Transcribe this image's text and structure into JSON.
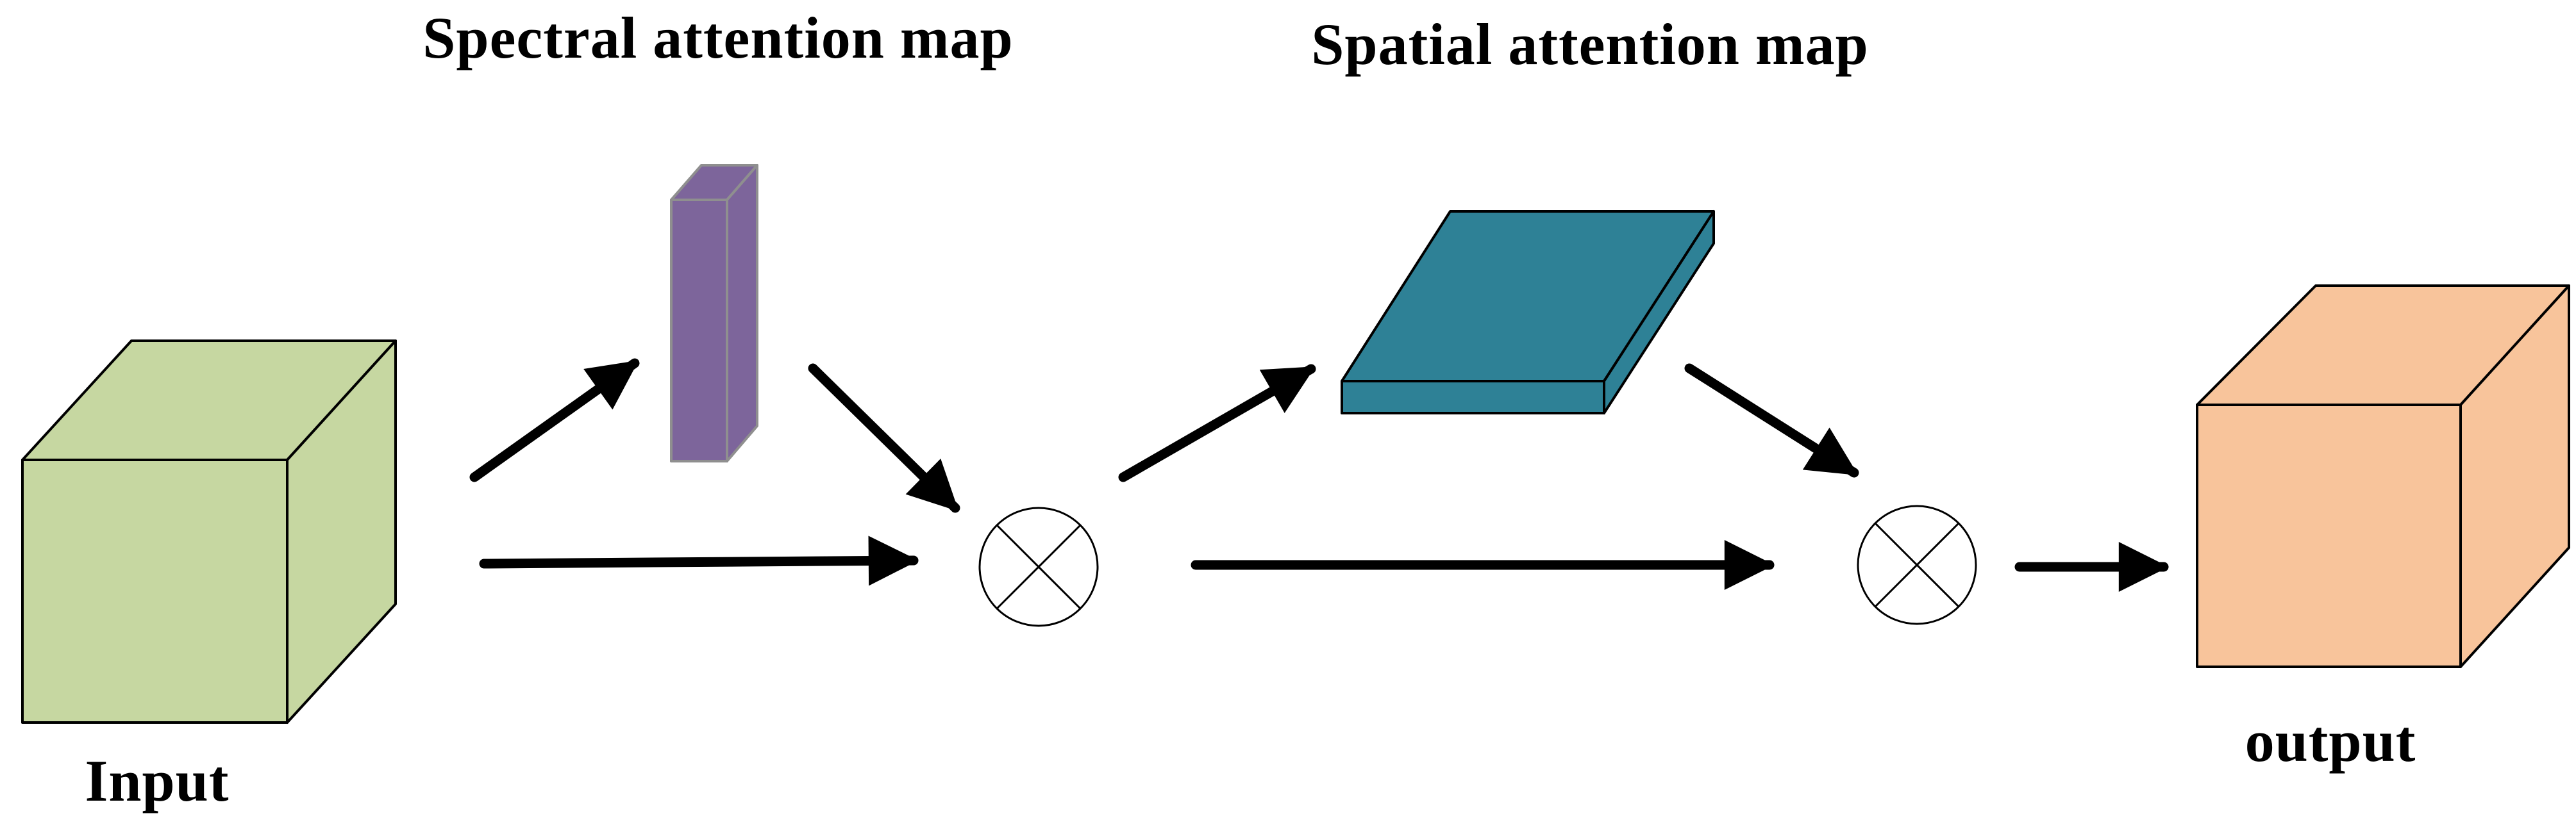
{
  "labels": {
    "spectral": "Spectral attention map",
    "spatial": "Spatial attention map",
    "input": "Input",
    "output": "output"
  },
  "nodes": {
    "input_cube": {
      "icon": "input-cube",
      "color": "#c6d7a1"
    },
    "spectral_map": {
      "icon": "spectral-bar",
      "color": "#7d659b"
    },
    "multiply_1": {
      "icon": "circle-times-icon"
    },
    "spatial_map": {
      "icon": "spatial-slab",
      "color": "#2e8196"
    },
    "multiply_2": {
      "icon": "circle-times-icon"
    },
    "output_cube": {
      "icon": "output-cube",
      "color": "#f8c49b"
    }
  },
  "edges": [
    {
      "from": "input_cube",
      "to": "spectral_map"
    },
    {
      "from": "input_cube",
      "to": "multiply_1"
    },
    {
      "from": "spectral_map",
      "to": "multiply_1"
    },
    {
      "from": "multiply_1",
      "to": "spatial_map"
    },
    {
      "from": "multiply_1",
      "to": "multiply_2"
    },
    {
      "from": "spatial_map",
      "to": "multiply_2"
    },
    {
      "from": "multiply_2",
      "to": "output_cube"
    }
  ]
}
